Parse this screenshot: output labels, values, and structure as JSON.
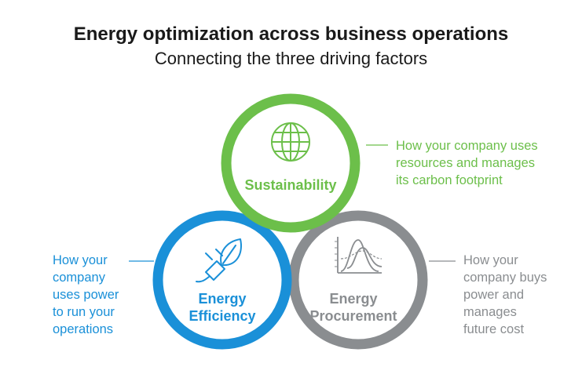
{
  "header": {
    "title": "Energy optimization across business operations",
    "subtitle": "Connecting the three driving factors"
  },
  "circles": {
    "sustainability": {
      "label": "Sustainability",
      "icon": "globe-icon",
      "color": "#6cbf4a",
      "description": [
        "How your company uses",
        "resources and manages",
        "its carbon footprint"
      ]
    },
    "efficiency": {
      "label_lines": [
        "Energy",
        "Efficiency"
      ],
      "icon": "leaf-plug-icon",
      "color": "#1a90d8",
      "description": [
        "How your",
        "company",
        "uses power",
        "to run your",
        "operations"
      ]
    },
    "procurement": {
      "label_lines": [
        "Energy",
        "Procurement"
      ],
      "icon": "price-curves-icon",
      "color": "#8a8d90",
      "description": [
        "How your",
        "company buys",
        "power and",
        "manages",
        "future cost"
      ]
    }
  }
}
